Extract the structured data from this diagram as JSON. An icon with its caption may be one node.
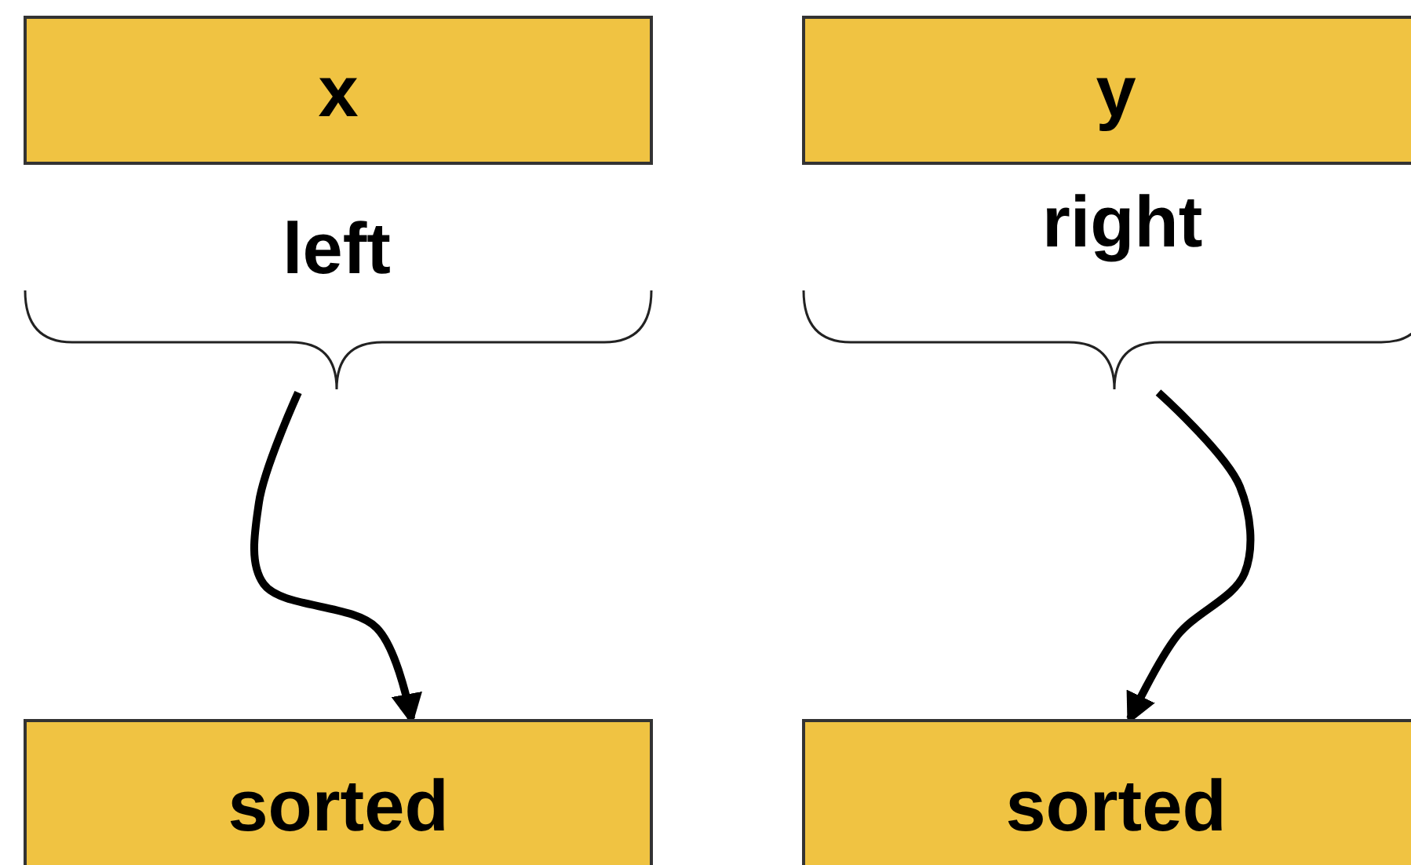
{
  "diagram": {
    "nodes": [
      {
        "text": [
          "x"
        ]
      },
      {
        "text": [
          "left"
        ]
      },
      {
        "text": [
          "y"
        ]
      },
      {
        "text": [
          "right"
        ]
      },
      {
        "text": [
          "sorted"
        ]
      },
      {
        "text": [
          "sorted"
        ]
      }
    ],
    "edges": [
      {
        "from": 1,
        "to": 4,
        "arrow": "to"
      },
      {
        "from": 3,
        "to": 5,
        "arrow": "to"
      }
    ]
  }
}
